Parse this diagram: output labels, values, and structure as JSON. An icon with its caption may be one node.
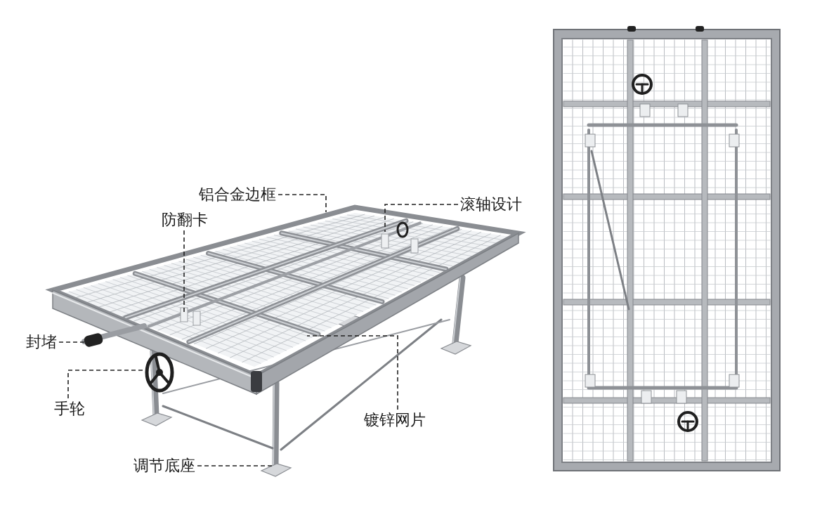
{
  "diagram": {
    "nodes": [
      {
        "text": [
          "铝合金边框"
        ]
      },
      {
        "text": [
          "滚轴设计"
        ]
      },
      {
        "text": [
          "防翻卡"
        ]
      },
      {
        "text": [
          "封堵"
        ]
      },
      {
        "text": [
          "手轮"
        ]
      },
      {
        "text": [
          "镀锌网片"
        ]
      },
      {
        "text": [
          "调节底座"
        ]
      }
    ],
    "edges": [
      {
        "from": 0,
        "to": null,
        "arrow": "none",
        "style": "dashed"
      },
      {
        "from": 1,
        "to": null,
        "arrow": "none",
        "style": "dashed"
      },
      {
        "from": 2,
        "to": null,
        "arrow": "none",
        "style": "dashed"
      },
      {
        "from": 3,
        "to": null,
        "arrow": "none",
        "style": "dashed"
      },
      {
        "from": 4,
        "to": null,
        "arrow": "none",
        "style": "dashed"
      },
      {
        "from": 5,
        "to": null,
        "arrow": "none",
        "style": "dashed"
      },
      {
        "from": 6,
        "to": null,
        "arrow": "none",
        "style": "dashed"
      }
    ]
  }
}
